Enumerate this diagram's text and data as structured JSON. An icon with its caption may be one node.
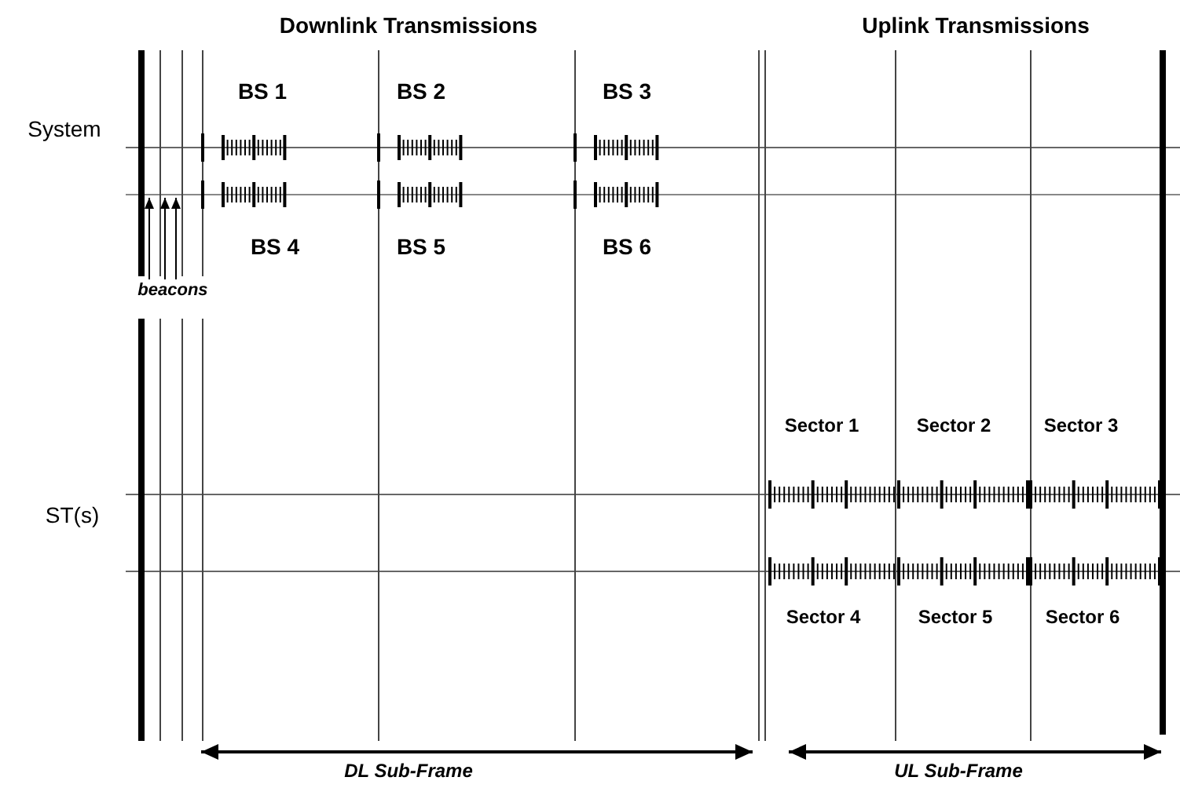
{
  "diagram": {
    "nodes": [
      {
        "text": [
          "beacons"
        ]
      },
      {
        "text": [],
        "shape": "bar"
      }
    ],
    "edges": [
      {
        "from": 0,
        "to": 1,
        "arrow": "to"
      },
      {
        "from": 0,
        "to": 1,
        "arrow": "to"
      },
      {
        "from": 0,
        "to": 1,
        "arrow": "to"
      }
    ],
    "labels": [
      "Downlink Transmissions",
      "Uplink Transmissions",
      "System",
      "BS 1",
      "BS 2",
      "BS 3",
      "BS 4",
      "BS 5",
      "BS 6",
      "ST(s)",
      "Sector 1",
      "Sector 2",
      "Sector 3",
      "Sector 4",
      "Sector 5",
      "Sector 6",
      "DL Sub-Frame",
      "UL Sub-Frame"
    ]
  }
}
